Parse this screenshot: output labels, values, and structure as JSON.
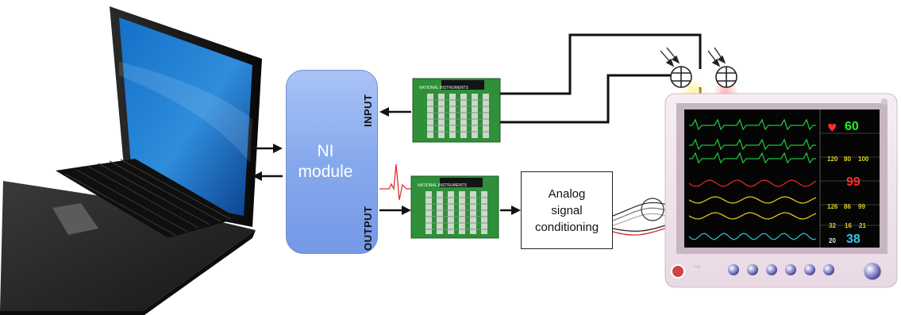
{
  "ni_module": {
    "label": "NI\nmodule"
  },
  "ports": {
    "input": "INPUT",
    "output": "OUTPUT"
  },
  "signal_box": {
    "label": "Analog\nsignal\nconditioning"
  },
  "monitor": {
    "rows": [
      {
        "values": [
          "60"
        ],
        "color": "#22ee22"
      },
      {
        "values": [
          "120",
          "80",
          "100"
        ],
        "color": "#e0d020"
      },
      {
        "values": [
          "99"
        ],
        "color": "#ff2b2b"
      },
      {
        "values": [
          "126",
          "86",
          "99"
        ],
        "color": "#e0d020"
      },
      {
        "values": [
          "32",
          "16",
          "21"
        ],
        "color": "#e0d020"
      },
      {
        "values": [
          "20",
          "38"
        ],
        "color": "#37c8e8"
      }
    ],
    "trace_colors": [
      "#1fbf3a",
      "#1fbf3a",
      "#1fbf3a",
      "#d42a2a",
      "#d7c61e",
      "#d7c61e",
      "#2ab6c9"
    ]
  },
  "colors": {
    "laptop_screen": "#1e73c9",
    "ni_module": "#86a9ee",
    "pcb": "#2f8f3a"
  }
}
